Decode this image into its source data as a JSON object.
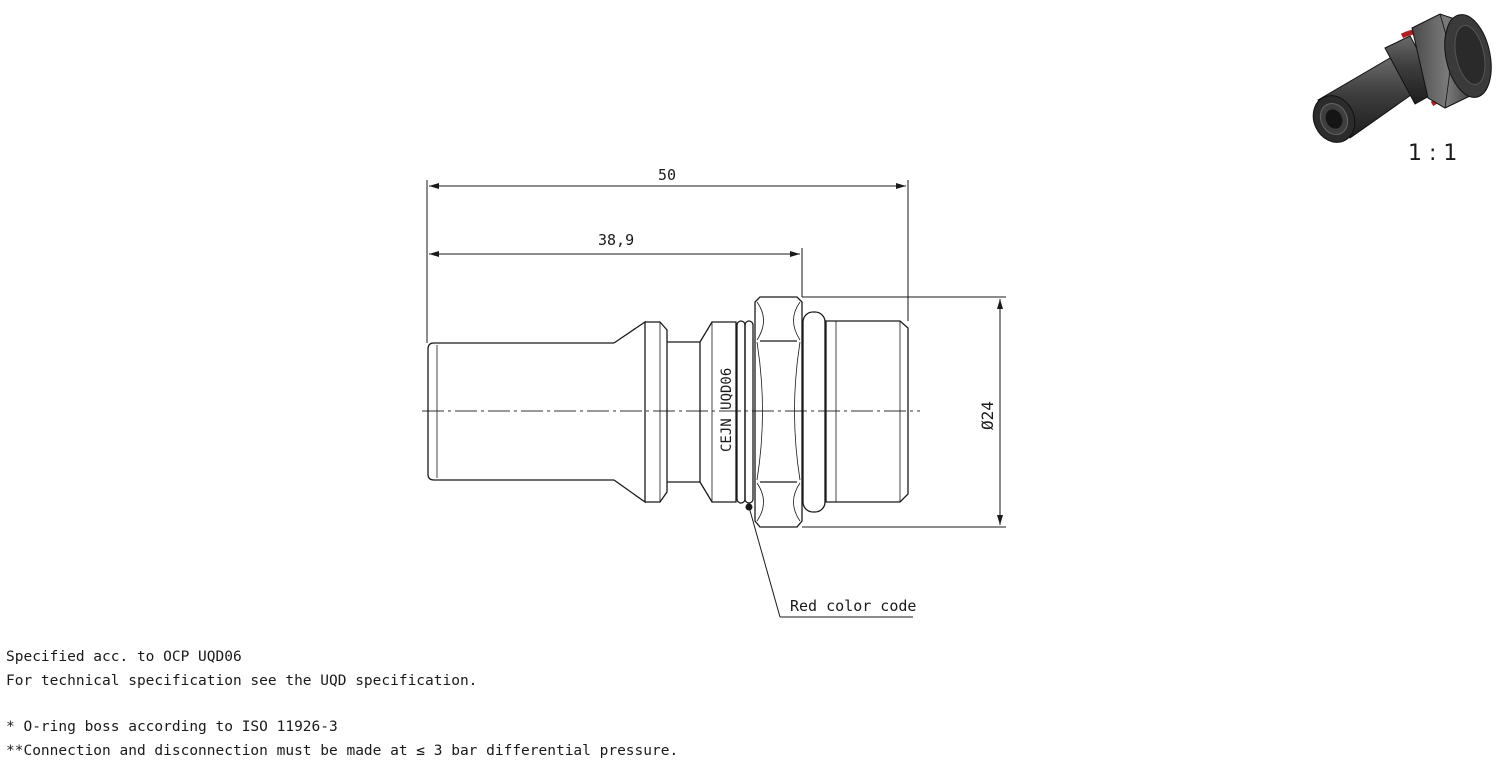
{
  "drawing": {
    "scale": "1 : 1",
    "dimensions": {
      "overall_length": "50",
      "shoulder_length": "38,9",
      "diameter": "Ø24"
    },
    "engraving": "CEJN UQD06",
    "callout": "Red color code"
  },
  "notes": {
    "line1": "Specified acc. to OCP UQD06",
    "line2": "For technical specification see the UQD specification.",
    "line3": "* O-ring boss according to ISO 11926-3",
    "line4": "**Connection and disconnection must be made at ≤ 3 bar differential pressure."
  },
  "colors": {
    "line": "#1a1a1a",
    "o_ring_accent": "#b02020",
    "body_dark": "#3a3a3a"
  }
}
